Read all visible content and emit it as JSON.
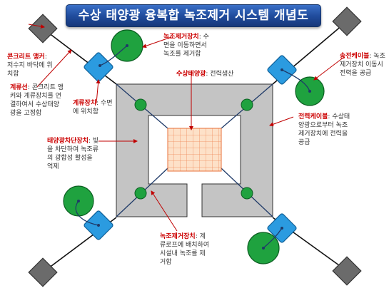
{
  "title": "수상 태양광 융복합 녹조제거 시스템 개념도",
  "labels": {
    "concrete_anchor": {
      "head": "콘크리트 앵커",
      "body": ": 저수지 바닥에 위치함"
    },
    "mooring_line": {
      "head": "계류선",
      "body": ": 콘크리트 앵커와 계류장치를 연결하여서 수상태양광을 고정함"
    },
    "mooring_device": {
      "head": "계류장치",
      "body": ": 수면에 위치함"
    },
    "algae_removal_top": {
      "head": "녹조제거장치",
      "body": ": 수면을 이동하면서 녹조를 제거함"
    },
    "floating_pv": {
      "head": "수상태양광",
      "body": ": 전력생산"
    },
    "power_cable_top": {
      "head": "송전케이블",
      "body": ": 녹조제거장치 이동시 전력을 공급"
    },
    "power_cable_right": {
      "head": "전력케이블",
      "body": ": 수상태양광으로부터 녹조제거장치에 전력을 공급"
    },
    "shading_device": {
      "head": "태양광차단장치",
      "body": ": 빛을 차단하여 녹조류의 광합성 활성을 억제"
    },
    "algae_removal_bottom": {
      "head": "녹조제거장치",
      "body": ": 계류로프에 배치하여 시설내 녹조를 제거함"
    }
  },
  "colors": {
    "title_bg": "#1f4a9a",
    "frame_gray": "#c4c4c4",
    "mooring_blue": "#2b9be0",
    "algae_green": "#1fa23f",
    "anchor_gray": "#6b6b6b",
    "panel_orange": "#fde1c8",
    "label_red": "#c00000",
    "cable_navy": "#1f3a68"
  }
}
